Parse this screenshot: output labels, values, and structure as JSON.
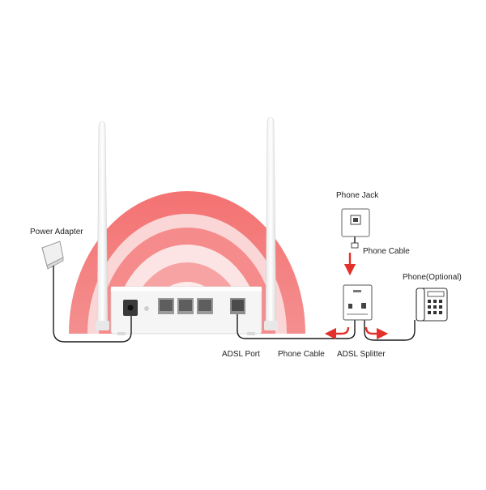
{
  "labels": {
    "power_adapter": "Power Adapter",
    "phone_jack": "Phone Jack",
    "phone_cable_top": "Phone Cable",
    "phone_optional": "Phone(Optional)",
    "adsl_port": "ADSL Port",
    "phone_cable_bottom": "Phone Cable",
    "adsl_splitter": "ADSL Splitter"
  },
  "colors": {
    "wifi_arc_outer": "#f26d6d",
    "wifi_arc_inner": "#fde3e3",
    "arrow": "#e4302b",
    "cable": "#1a1a1a",
    "device_body": "#f4f4f4"
  }
}
